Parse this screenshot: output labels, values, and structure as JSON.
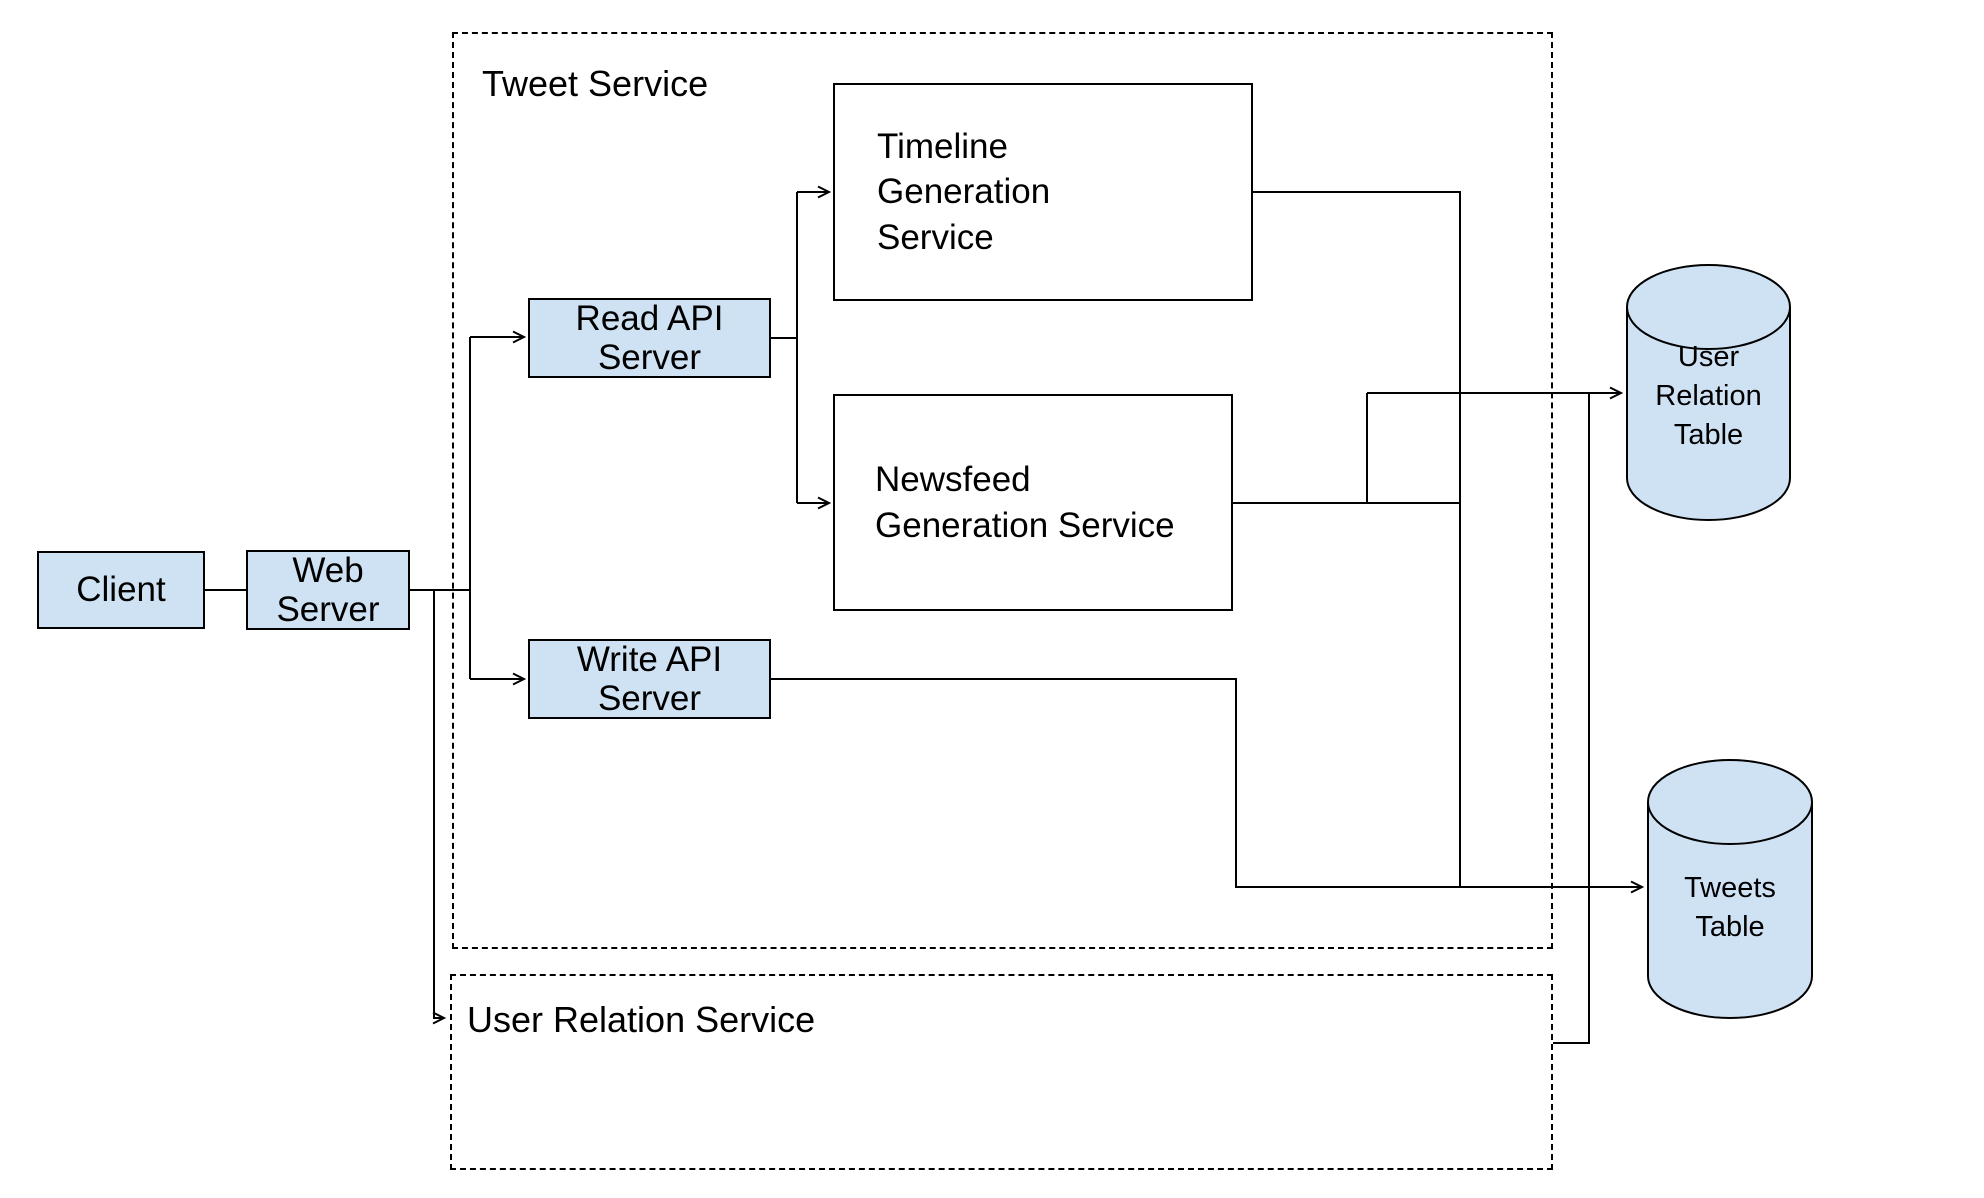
{
  "colors": {
    "node_fill": "#cfe2f3",
    "service_fill": "#ffffff",
    "stroke": "#000000",
    "background": "#ffffff"
  },
  "containers": {
    "tweet_service": {
      "label": "Tweet Service"
    },
    "user_relation_service": {
      "label": "User Relation Service"
    }
  },
  "nodes": {
    "client": {
      "label": "Client"
    },
    "web_server": {
      "label": "Web\nServer"
    },
    "read_api": {
      "label": "Read API\nServer"
    },
    "write_api": {
      "label": "Write API\nServer"
    },
    "timeline": {
      "label": "Timeline\nGeneration\nService"
    },
    "newsfeed": {
      "label": "Newsfeed\nGeneration Service"
    }
  },
  "databases": {
    "user_relation_table": {
      "label": "User\nRelation\nTable"
    },
    "tweets_table": {
      "label": "Tweets\nTable"
    }
  }
}
